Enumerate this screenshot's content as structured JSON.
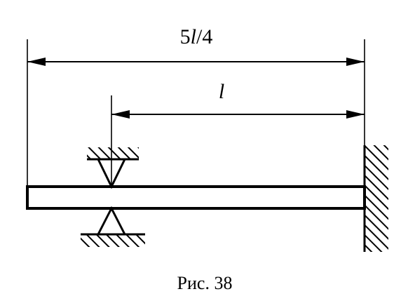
{
  "diagram": {
    "total_dimension_label": {
      "pre": "5",
      "var": "l",
      "post": "/4"
    },
    "span_dimension_label": "l",
    "caption": "Рис. 38"
  }
}
